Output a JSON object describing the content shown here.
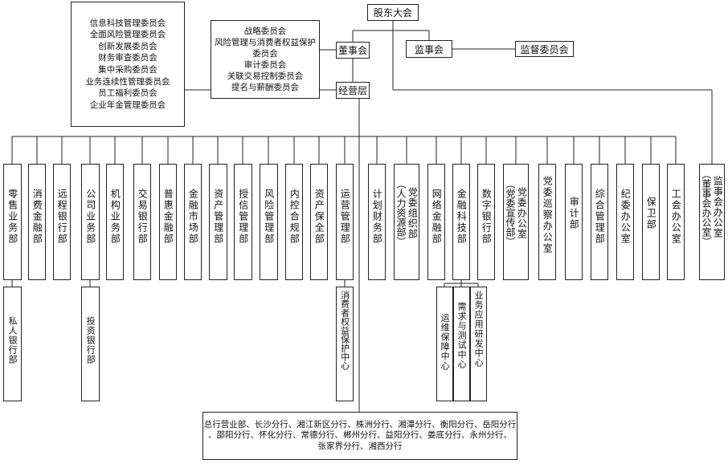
{
  "top": {
    "shareholders": "股东大会",
    "board": "董事会",
    "supervisory_board": "监事会",
    "supervision_committee": "监督委员会",
    "management": "经营层"
  },
  "management_committees": [
    "信息科技管理委员会",
    "全面风险管理委员会",
    "创新发展委员会",
    "财务审查委员会",
    "集中采购委员会",
    "业务连续性管理委员会",
    "员工福利委员会",
    "企业年金管理委员会"
  ],
  "board_committees": [
    "战略委员会",
    "风险管理与消费者权益保护",
    "委员会",
    "审计委员会",
    "关联交易控制委员会",
    "提名与薪酬委员会"
  ],
  "departments": [
    [
      "零售业务部"
    ],
    [
      "消费金融部"
    ],
    [
      "远程银行部"
    ],
    [
      "公司业务部"
    ],
    [
      "机构业务部"
    ],
    [
      "交易银行部"
    ],
    [
      "普惠金融部"
    ],
    [
      "金融市场部"
    ],
    [
      "资产管理部"
    ],
    [
      "授信管理部"
    ],
    [
      "风险管理部"
    ],
    [
      "内控合规部"
    ],
    [
      "资产保全部"
    ],
    [
      "运营管理部"
    ],
    [
      "计划财务部"
    ],
    [
      "党委组织部",
      "（人力资源部）"
    ],
    [
      "网络金融部"
    ],
    [
      "金融科技部"
    ],
    [
      "数字银行部"
    ],
    [
      "党委办公室",
      "（党委宣传部）"
    ],
    [
      "党委巡察办公室"
    ],
    [
      "审计部"
    ],
    [
      "综合管理部"
    ],
    [
      "纪委办公室"
    ],
    [
      "保卫部"
    ],
    [
      "工会办公室"
    ]
  ],
  "supervisory_office": [
    "监事会办公室",
    "（董事会办公室）"
  ],
  "sub_units": {
    "private_banking": "私人银行部",
    "investment_banking": "投资银行部",
    "consumer_protection": "消费者权益保护中心",
    "fintech": [
      "运维保障中心",
      "需求与测试中心",
      "业务应用研发中心"
    ]
  },
  "branches": [
    "总行营业部、长沙分行、湘江新区分行、株洲分行、湘潭分行、衡阳分行、岳阳分行",
    "、邵阳分行、怀化分行、常德分行、郴州分行、益阳分行、娄底分行、永州分行、",
    "张家界分行、湘西分行"
  ]
}
